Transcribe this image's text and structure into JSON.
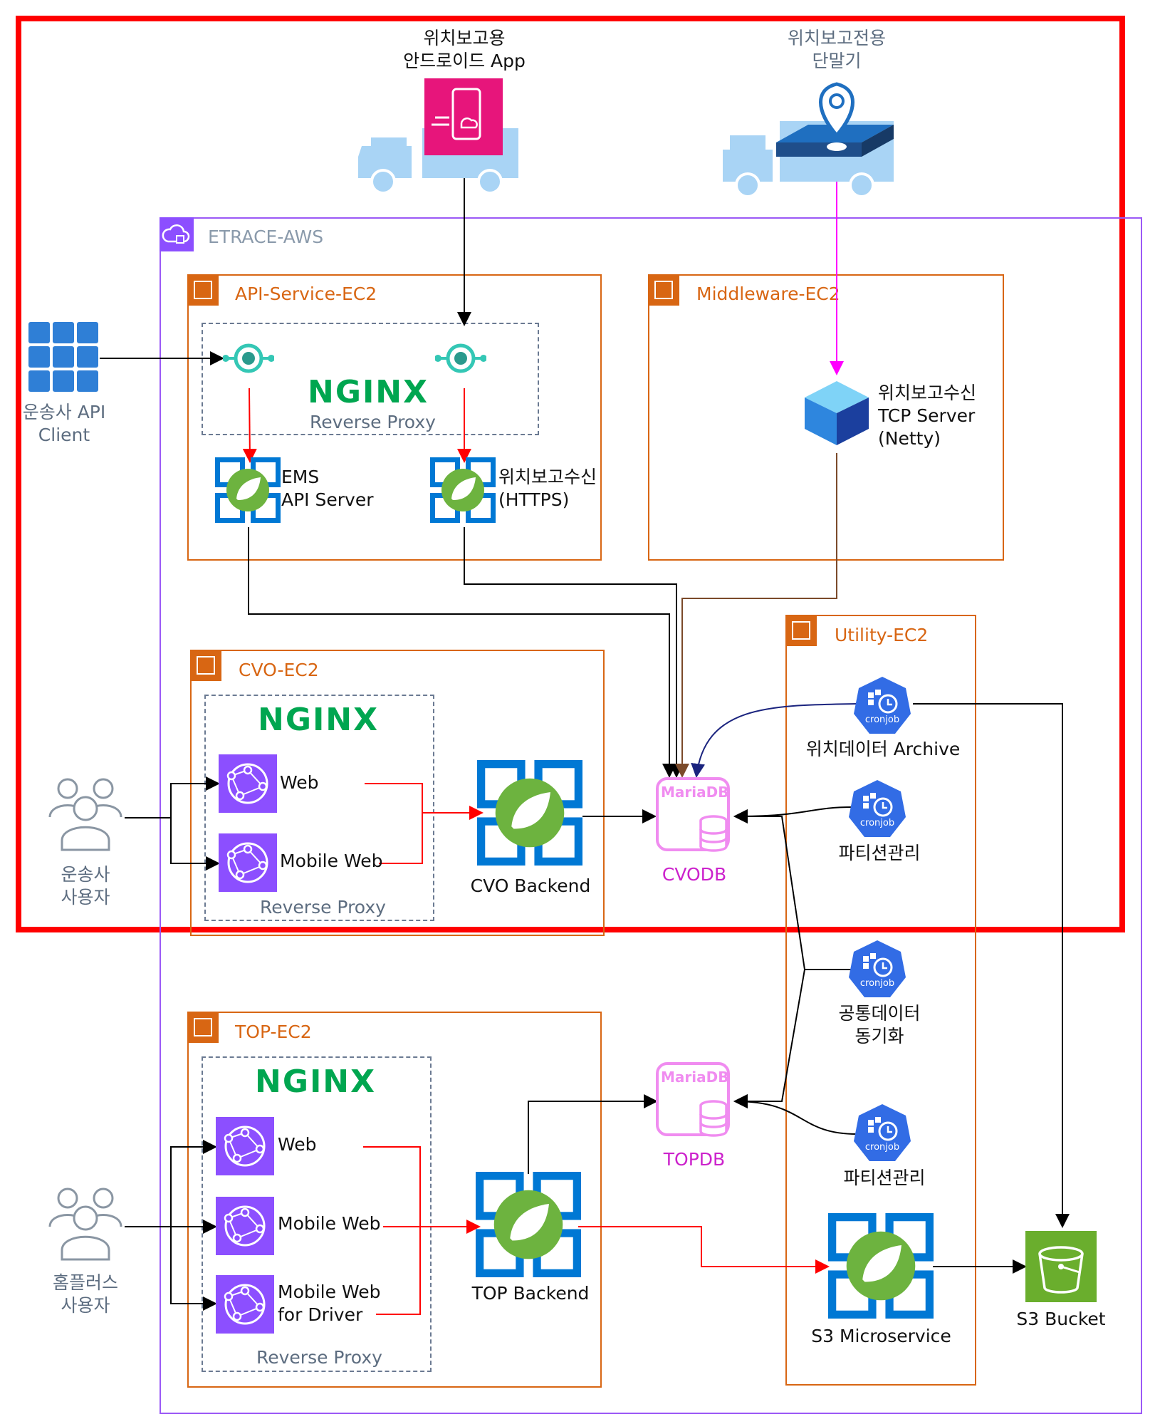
{
  "devices": {
    "android_app": "위치보고용\n안드로이드 App",
    "terminal": "위치보고전용\n단말기"
  },
  "aws": {
    "label": "ETRACE-AWS"
  },
  "groups": {
    "api": "API-Service-EC2",
    "middleware": "Middleware-EC2",
    "utility": "Utility-EC2",
    "cvo": "CVO-EC2",
    "top": "TOP-EC2"
  },
  "nginx": {
    "logo": "NGINX",
    "reverse_proxy": "Reverse Proxy"
  },
  "nodes": {
    "api_client": "운송사 API\nClient",
    "ems": "EMS\nAPI Server",
    "loc_https": "위치보고수신\n(HTTPS)",
    "tcp_server": "위치보고수신\nTCP Server\n(Netty)",
    "cvo_web": "Web",
    "cvo_mobile_web": "Mobile Web",
    "cvo_backend": "CVO Backend",
    "cvo_users": "운송사\n사용자",
    "top_web": "Web",
    "top_mobile_web": "Mobile Web",
    "top_mobile_driver": "Mobile Web\nfor Driver",
    "top_backend": "TOP Backend",
    "home_users": "홈플러스\n사용자",
    "cvodb": "CVODB",
    "topdb": "TOPDB",
    "mariadb": "MariaDB",
    "archive": "위치데이터 Archive",
    "partition1": "파티션관리",
    "common_sync": "공통데이터\n동기화",
    "partition2": "파티션관리",
    "cronjob": "cronjob",
    "s3_micro": "S3 Microservice",
    "s3_bucket": "S3 Bucket"
  },
  "colors": {
    "aws": "#9b59f6",
    "ec2": "#d86613",
    "frame": "#ff0000",
    "nginx": "#00a650",
    "spring": "#6db33f",
    "azure_blue": "#0078d4",
    "mariadb": "#f08cf0",
    "edge_magenta": "#ff00ff",
    "edge_brown": "#7b4a2a",
    "edge_navy": "#1a237e"
  }
}
